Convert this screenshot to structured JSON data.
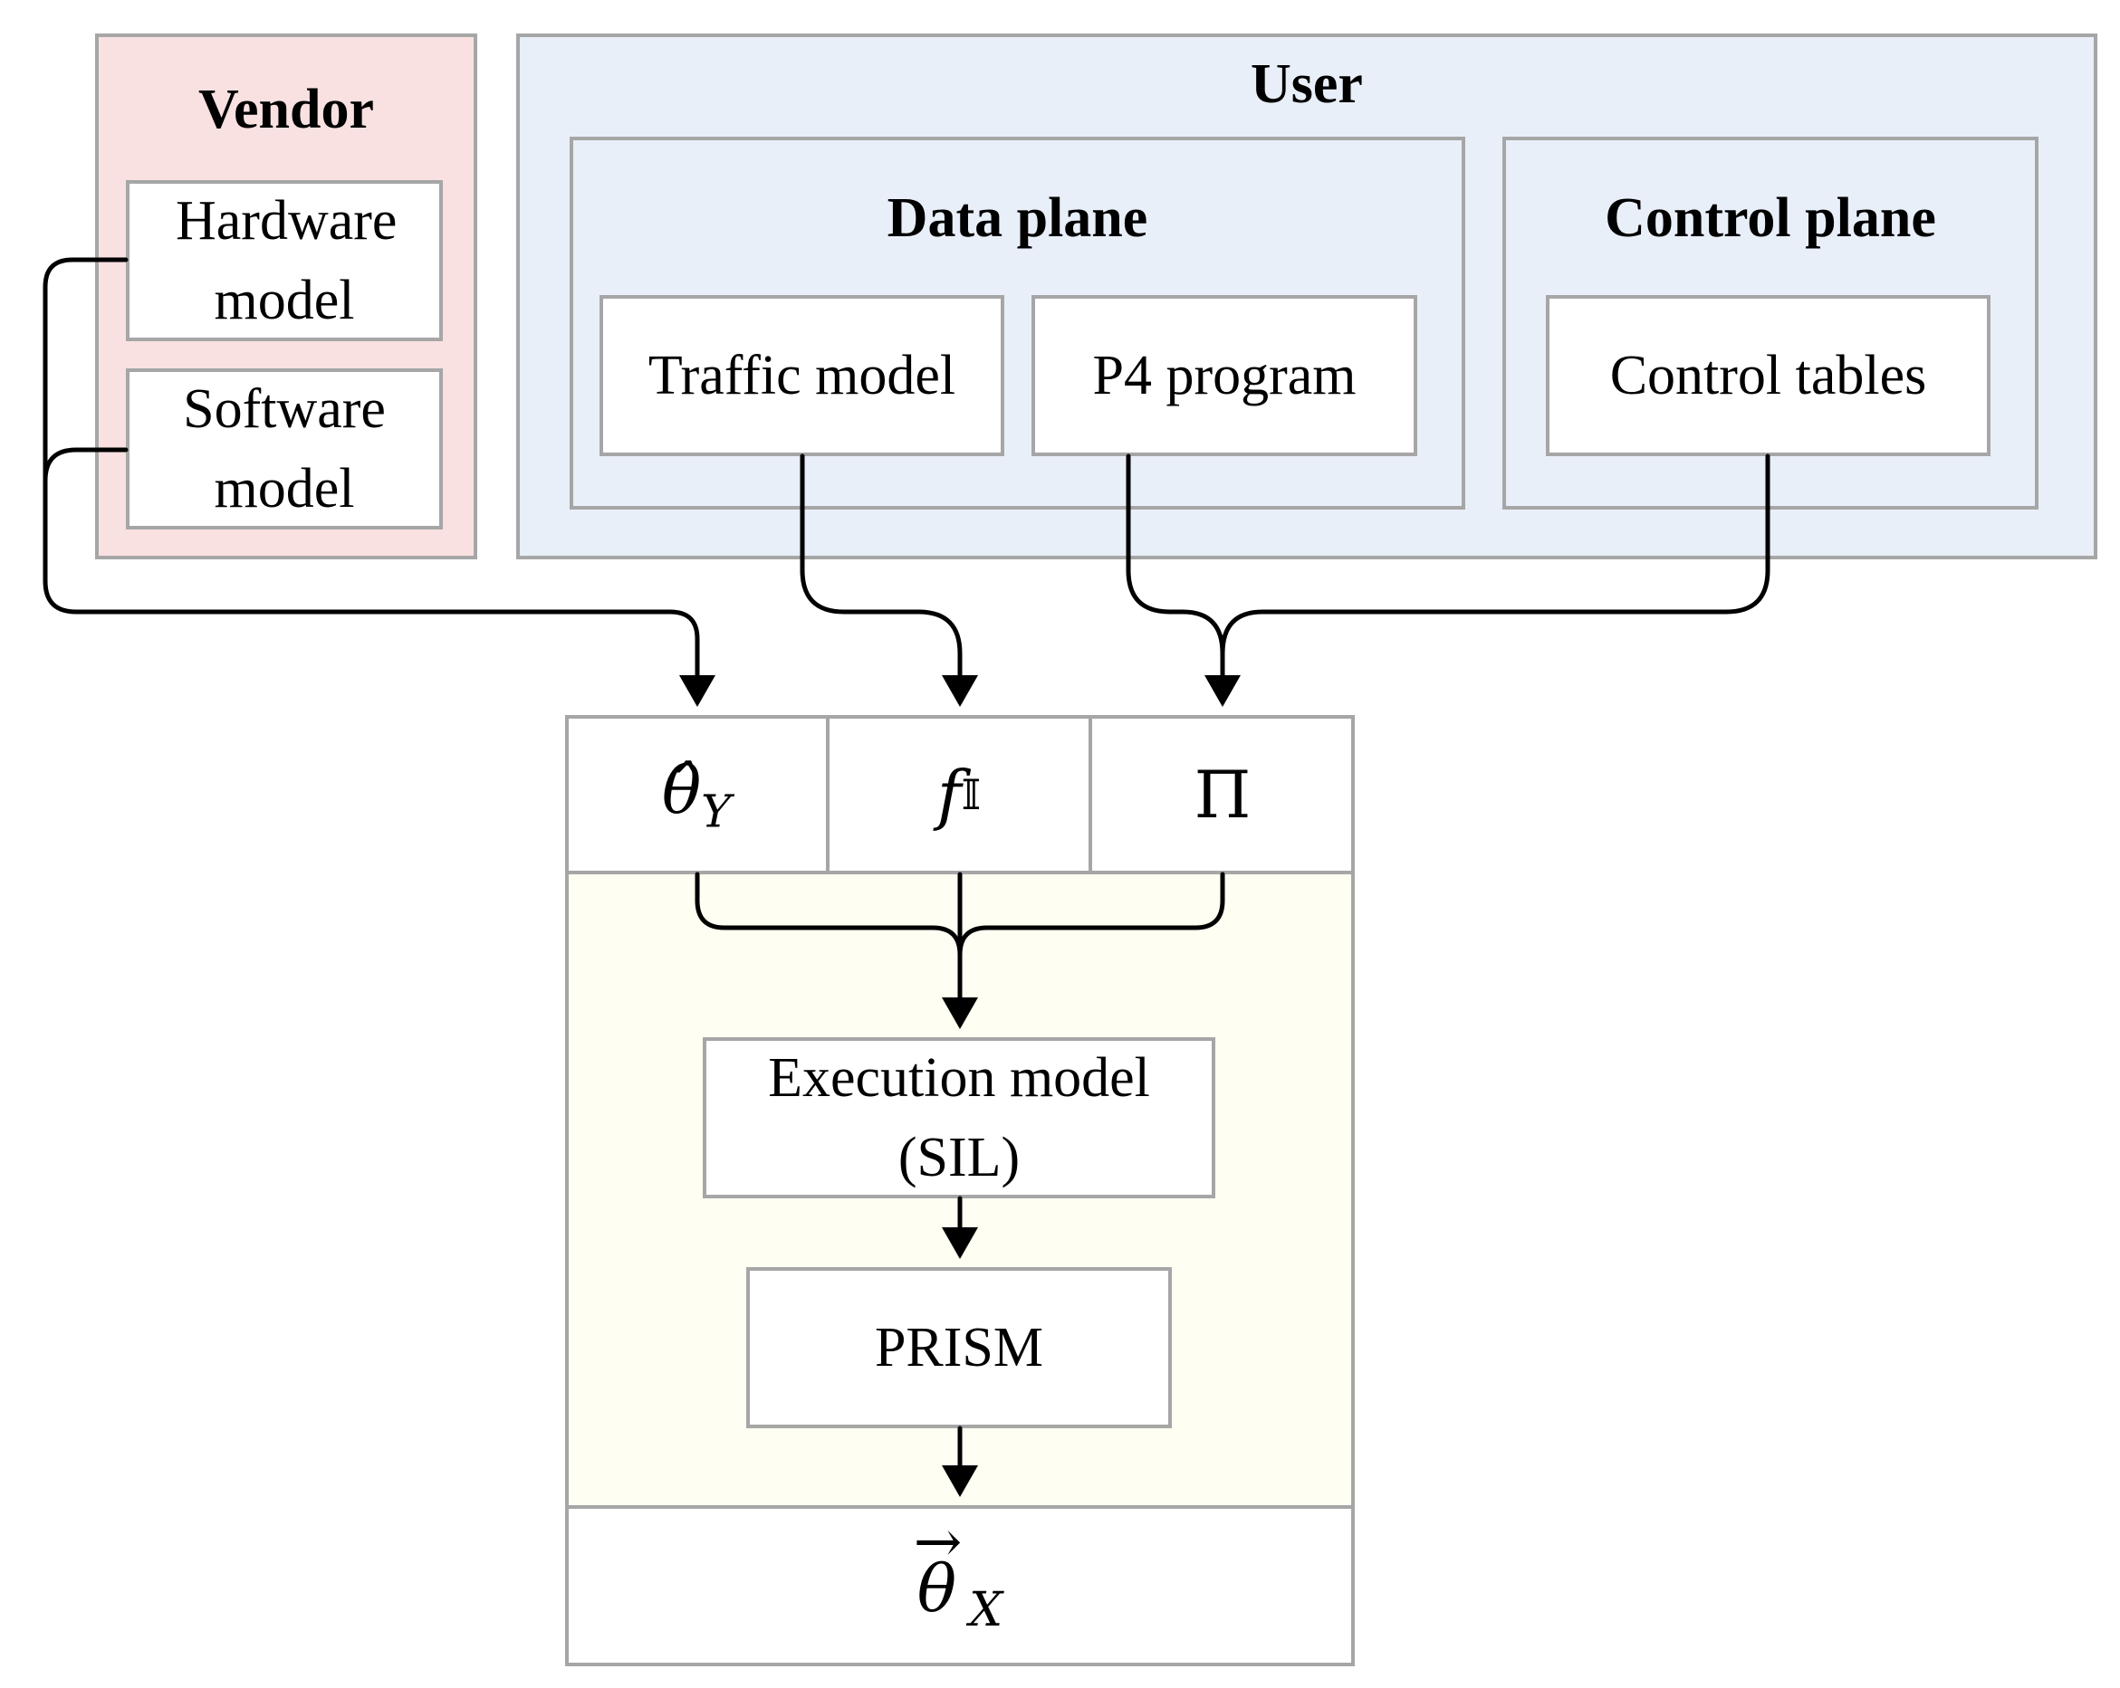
{
  "vendor": {
    "title": "Vendor",
    "hardware_model": "Hardware model",
    "software_model": "Software model"
  },
  "user": {
    "title": "User",
    "data_plane": {
      "title": "Data plane",
      "traffic_model": "Traffic model",
      "p4_program": "P4 program"
    },
    "control_plane": {
      "title": "Control plane",
      "control_tables": "Control tables"
    }
  },
  "pipeline": {
    "inputs": {
      "theta_hat": "θ̂",
      "theta_hat_sub": "Y",
      "f": "f",
      "f_sub": "𝕀",
      "pi": "Π"
    },
    "execution_model": "Execution model (SIL)",
    "prism": "PRISM",
    "output": {
      "theta_vec": "θ",
      "theta_vec_sub": "X",
      "arrow": "→"
    }
  },
  "colors": {
    "vendor_bg": "#f8e1e0",
    "user_bg": "#e9eff9",
    "pipeline_bg": "#fefef2",
    "border": "#a6a6a6",
    "wire": "#000000"
  }
}
